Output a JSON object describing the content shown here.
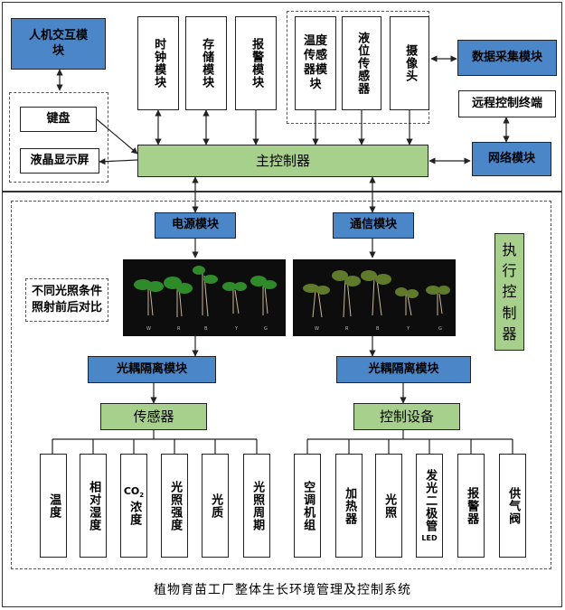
{
  "top": {
    "hci": "人机交互模块",
    "keyboard": "键盘",
    "lcd": "液晶显示屏",
    "clock": "时钟模块",
    "storage": "存储模块",
    "alarm": "报警模块",
    "temp_sensor": "温度传感器模块",
    "level_sensor": "液位传感器",
    "camera": "摄像头",
    "data_acq": "数据采集模块",
    "remote": "远程控制终端",
    "network": "网络模块",
    "main_ctrl": "主控制器"
  },
  "bottom": {
    "power": "电源模块",
    "comm": "通信模块",
    "compare_note": "不同光照条件照射前后对比",
    "opto_left": "光耦隔离模块",
    "opto_right": "光耦隔离模块",
    "sensor": "传感器",
    "control_dev": "控制设备",
    "executor": "执行控制器",
    "photo_labels_left": [
      "W",
      "R",
      "B",
      "Y",
      "G"
    ],
    "photo_labels_right": [
      "W",
      "R",
      "B",
      "Y",
      "G"
    ],
    "sensors": [
      {
        "label": "温度"
      },
      {
        "label": "相对湿度"
      },
      {
        "label": "CO2浓度",
        "main": "CO",
        "sub": "2",
        "rest": "浓度"
      },
      {
        "label": "光照强度"
      },
      {
        "label": "光质"
      },
      {
        "label": "光照周期"
      }
    ],
    "devices": [
      {
        "label": "空调机组"
      },
      {
        "label": "加热器"
      },
      {
        "label": "光照"
      },
      {
        "label": "发光二极管LED",
        "main": "发光二极管",
        "rest": "LED"
      },
      {
        "label": "报警器"
      },
      {
        "label": "供气阀"
      }
    ]
  },
  "caption": "植物育苗工厂整体生长环境管理及控制系统"
}
